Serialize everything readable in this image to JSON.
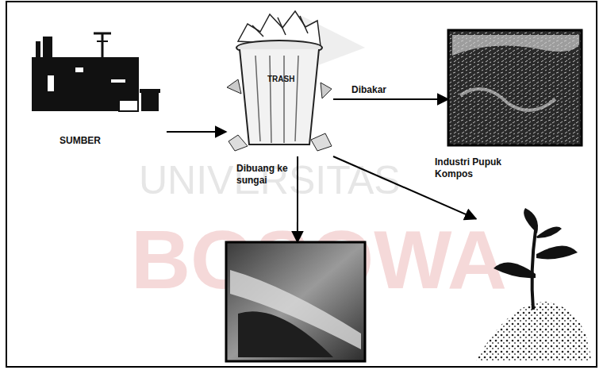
{
  "diagram": {
    "nodes": [
      {
        "text": [
          "SUMBER"
        ]
      },
      {
        "text": [
          "TRASH"
        ]
      },
      {
        "text": []
      },
      {
        "text": []
      },
      {
        "text": []
      }
    ],
    "edges": [
      {
        "from": 0,
        "to": 1,
        "arrow": "to"
      },
      {
        "from": 1,
        "to": 2,
        "label": "Dibakar",
        "arrow": "to"
      },
      {
        "from": 1,
        "to": 3,
        "label": "Dibuang ke sungai",
        "arrow": "to"
      },
      {
        "from": 1,
        "to": 4,
        "label": "Industri Pupuk Kompos",
        "arrow": "to"
      }
    ],
    "labels": [
      "UNIVERSITAS",
      "BOSOWA"
    ]
  }
}
